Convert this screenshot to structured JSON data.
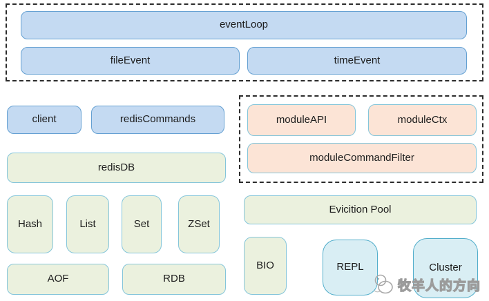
{
  "diagram": {
    "event_group": {
      "event_loop": "eventLoop",
      "file_event": "fileEvent",
      "time_event": "timeEvent"
    },
    "core": {
      "client": "client",
      "redis_commands": "redisCommands",
      "redis_db": "redisDB"
    },
    "module_group": {
      "module_api": "moduleAPI",
      "module_ctx": "moduleCtx",
      "module_command_filter": "moduleCommandFilter"
    },
    "data_types": {
      "hash": "Hash",
      "list": "List",
      "set": "Set",
      "zset": "ZSet"
    },
    "memory": {
      "eviction_pool": "Evicition Pool"
    },
    "persistence": {
      "aof": "AOF",
      "rdb": "RDB"
    },
    "services": {
      "bio": "BIO",
      "repl": "REPL",
      "cluster": "Cluster"
    }
  },
  "watermark": {
    "text": "牧羊人的方向"
  },
  "colors": {
    "blue_fill": "#c4daf2",
    "blue_border": "#64a0d2",
    "green_fill": "#ebf1de",
    "peach_fill": "#fce4d6",
    "cyan_fill": "#d9eef4",
    "cyan_border": "#52aecb",
    "box_border_accent": "#84c5da",
    "dashed_group_border": "#2b2b2b",
    "text": "#1c1c1c",
    "watermark_gray": "#9b9b9b",
    "background": "#ffffff"
  }
}
